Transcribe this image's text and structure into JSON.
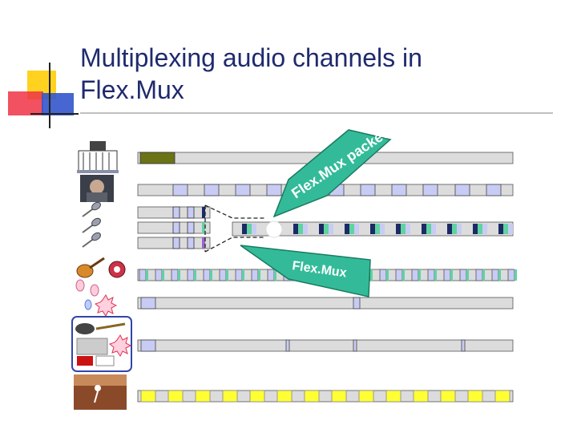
{
  "slide": {
    "title_line1": "Multiplexing audio channels in",
    "title_line2": "Flex.Mux"
  },
  "callouts": {
    "top": "Flex.Mux packet",
    "bottom": "Flex.Mux"
  },
  "colors": {
    "title": "#1f2a6e",
    "callout_fill": "#33bb99",
    "track_fill": "#dcdcdc",
    "packet_light": "#c8ccf4",
    "packet_dark": "#1c2a66",
    "packet_green": "#5fd3a0",
    "packet_yellow": "#ffff33",
    "packet_olive": "#6b7316",
    "accent_yellow": "#ffd21f",
    "accent_red": "#ee3344",
    "accent_blue": "#3355cc"
  },
  "sources": [
    {
      "icon": "building-icon"
    },
    {
      "icon": "speaker-video-icon"
    },
    {
      "icon": "microphone-icon"
    },
    {
      "icon": "microphone-icon"
    },
    {
      "icon": "microphone-icon"
    },
    {
      "icon": "guitar-horn-icon"
    },
    {
      "icon": "balloons-icon"
    },
    {
      "icon": "news-collage-icon"
    },
    {
      "icon": "sports-video-icon"
    }
  ]
}
